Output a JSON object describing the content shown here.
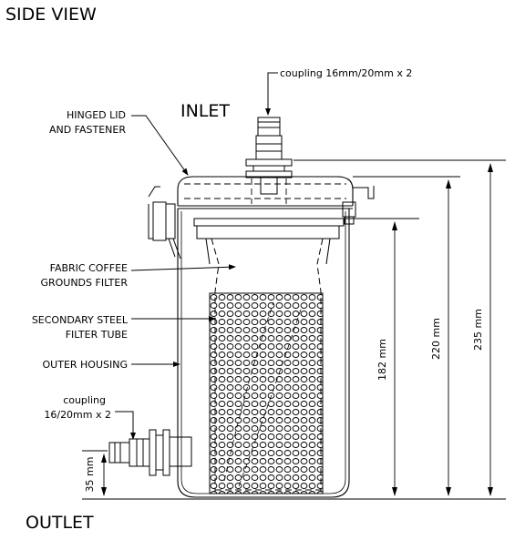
{
  "title": "SIDE VIEW",
  "inlet_label": "INLET",
  "outlet_label": "OUTLET",
  "labels": {
    "coupling_top": "coupling 16mm/20mm x 2",
    "hinged_lid_1": "HINGED LID",
    "hinged_lid_2": "AND FASTENER",
    "fabric_1": "FABRIC COFFEE",
    "fabric_2": "GROUNDS FILTER",
    "steel_1": "SECONDARY STEEL",
    "steel_2": "FILTER TUBE",
    "outer_housing": "OUTER HOUSING",
    "coupling_side_1": "coupling",
    "coupling_side_2": "16/20mm x 2"
  },
  "dimensions": {
    "inner_height": "182 mm",
    "body_height": "220 mm",
    "total_height": "235 mm",
    "outlet_height": "35 mm"
  }
}
